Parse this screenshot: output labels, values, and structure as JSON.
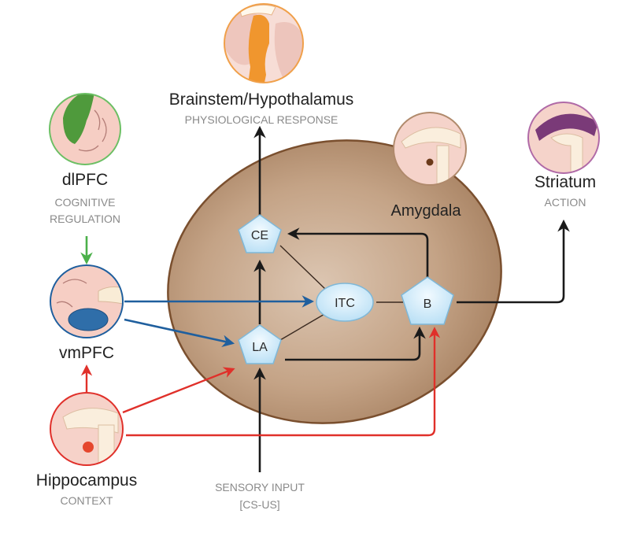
{
  "regions": {
    "brainstem": {
      "title": "Brainstem/Hypothalamus",
      "subtitle": "PHYSIOLOGICAL RESPONSE",
      "color": "#f0a04a"
    },
    "dlpfc": {
      "title": "dlPFC",
      "subtitle_line1": "COGNITIVE",
      "subtitle_line2": "REGULATION",
      "color": "#5aa64a"
    },
    "vmpfc": {
      "title": "vmPFC",
      "color": "#1f5f9e"
    },
    "hippocampus": {
      "title": "Hippocampus",
      "subtitle": "CONTEXT",
      "color": "#e0302a"
    },
    "striatum": {
      "title": "Striatum",
      "subtitle": "ACTION",
      "color": "#7a3a78"
    },
    "amygdala": {
      "title": "Amygdala",
      "color": "#b08a6c"
    },
    "sensory": {
      "subtitle_line1": "SENSORY INPUT",
      "subtitle_line2": "[CS-US]"
    }
  },
  "nuclei": {
    "ce": "CE",
    "la": "LA",
    "itc": "ITC",
    "b": "B"
  },
  "connections": [
    {
      "from": "dlPFC",
      "to": "vmPFC",
      "color": "green"
    },
    {
      "from": "Hippocampus",
      "to": "vmPFC",
      "color": "red"
    },
    {
      "from": "vmPFC",
      "to": "ITC",
      "color": "blue"
    },
    {
      "from": "vmPFC",
      "to": "LA",
      "color": "blue"
    },
    {
      "from": "Hippocampus",
      "to": "LA",
      "color": "red"
    },
    {
      "from": "Hippocampus",
      "to": "B",
      "color": "red"
    },
    {
      "from": "Sensory input",
      "to": "LA",
      "color": "black"
    },
    {
      "from": "LA",
      "to": "CE",
      "color": "black"
    },
    {
      "from": "LA",
      "to": "B",
      "color": "black"
    },
    {
      "from": "B",
      "to": "CE",
      "color": "black"
    },
    {
      "from": "CE",
      "to": "Brainstem/Hypothalamus",
      "color": "black"
    },
    {
      "from": "B",
      "to": "Striatum",
      "color": "black"
    },
    {
      "from": "LA",
      "to": "ITC",
      "color": "black-line"
    },
    {
      "from": "CE",
      "to": "ITC",
      "color": "black-line"
    },
    {
      "from": "ITC",
      "to": "B",
      "color": "black-line"
    }
  ]
}
